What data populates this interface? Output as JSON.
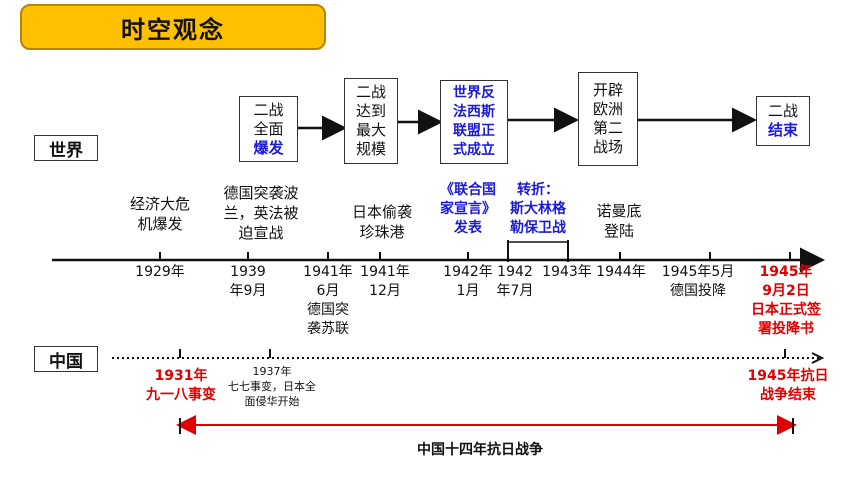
{
  "title": "时空观念",
  "region_world": "世界",
  "region_china": "中国",
  "flow_boxes": [
    {
      "lines": [
        "二战",
        "全面"
      ],
      "highlight": "爆发"
    },
    {
      "lines": [
        "二战",
        "达到",
        "最大",
        "规模"
      ],
      "highlight": ""
    },
    {
      "lines": [],
      "highlight_lines": [
        "世界反",
        "法西斯",
        "联盟正",
        "式成立"
      ]
    },
    {
      "lines": [
        "开辟",
        "欧洲",
        "第二",
        "战场"
      ],
      "highlight": ""
    },
    {
      "lines": [
        "二战"
      ],
      "highlight": "结束"
    }
  ],
  "world_events": {
    "e1": [
      "经济大危",
      "机爆发"
    ],
    "e2": [
      "德国突袭波",
      "兰，英法被",
      "迫宣战"
    ],
    "e3": [
      "日本偷袭",
      "珍珠港"
    ],
    "e4": [
      "《联合国",
      "家宣言》",
      "发表"
    ],
    "e5": [
      "转折：",
      "斯大林格",
      "勒保卫战"
    ],
    "e6": [
      "诺曼底",
      "登陆"
    ]
  },
  "world_dates": {
    "d1": [
      "1929年"
    ],
    "d2": [
      "1939",
      "年9月"
    ],
    "d3": [
      "1941年",
      "6月",
      "德国突",
      "袭苏联"
    ],
    "d4": [
      "1941年",
      "12月"
    ],
    "d5": [
      "1942年",
      "1月"
    ],
    "d6": [
      "1942",
      "年7月"
    ],
    "d7": [
      "1943年"
    ],
    "d8": [
      "1944年"
    ],
    "d9": [
      "1945年5月",
      "德国投降"
    ],
    "d10": [
      "1945年",
      "9月2日",
      "日本正式签",
      "署投降书"
    ]
  },
  "china_events": {
    "c1": [
      "1931年",
      "九一八事变"
    ],
    "c2": [
      "1937年",
      "七七事变，日本全",
      "面侵华开始"
    ],
    "c3": [
      "1945年抗日",
      "战争结束"
    ]
  },
  "span_label": "中国十四年抗日战争",
  "colors": {
    "accent": "#ffc000",
    "highlight_blue": "#1b1bd6",
    "red": "#e00000"
  }
}
